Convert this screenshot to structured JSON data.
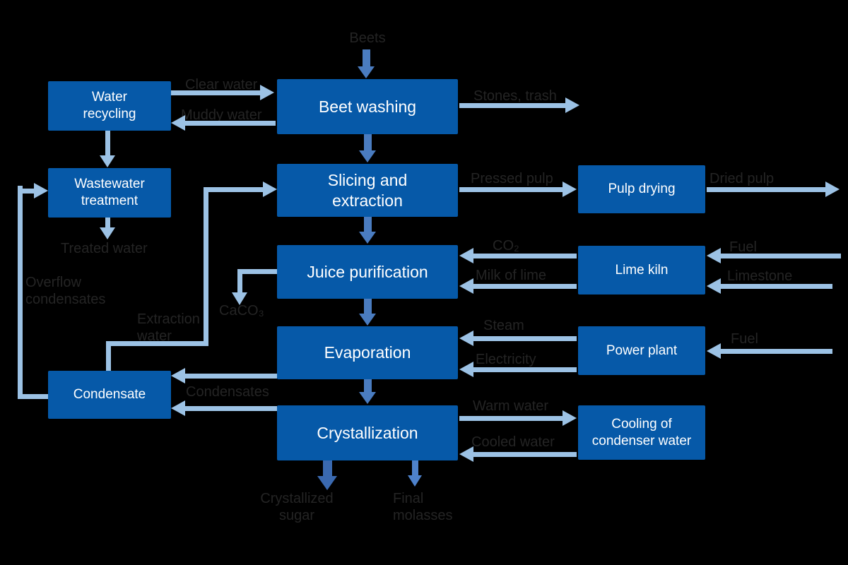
{
  "diagram": {
    "description": "Sugar beet factory process flow diagram",
    "colors": {
      "background": "#000000",
      "box_fill": "#0659A8",
      "box_text": "#FFFFFF",
      "light_arrow": "#9CC2E5",
      "medium_arrow": "#4A7CC0",
      "dark_arrow": "#3A69B0",
      "label_text": "#242424"
    },
    "nodes": {
      "water_recycling": "Water\nrecycling",
      "beet_washing": "Beet washing",
      "wastewater_treatment": "Wastewater\ntreatment",
      "slicing_extraction": "Slicing and\nextraction",
      "pulp_drying": "Pulp drying",
      "juice_purification": "Juice purification",
      "lime_kiln": "Lime kiln",
      "evaporation": "Evaporation",
      "power_plant": "Power plant",
      "condensate": "Condensate",
      "crystallization": "Crystallization",
      "cooling_condenser": "Cooling of\ncondenser water"
    },
    "labels": {
      "beets": "Beets",
      "clear_water": "Clear water",
      "muddy_water": "Muddy water",
      "stones_trash": "Stones, trash",
      "treated_water": "Treated water",
      "overflow_condensates": "Overflow\ncondensates",
      "extraction_water": "Extraction\nwater",
      "pressed_pulp": "Pressed pulp",
      "dried_pulp": "Dried pulp",
      "co2": "CO₂",
      "milk_of_lime": "Milk of lime",
      "fuel_lime_kiln": "Fuel",
      "limestone": "Limestone",
      "steam": "Steam",
      "electricity": "Electricity",
      "fuel_power_plant": "Fuel",
      "warm_water": "Warm water",
      "cooled_water": "Cooled water",
      "condensates": "Condensates",
      "caco3": "CaCO₃",
      "crystallized_sugar": "Crystallized\nsugar",
      "final_molasses": "Final\nmolasses"
    }
  }
}
